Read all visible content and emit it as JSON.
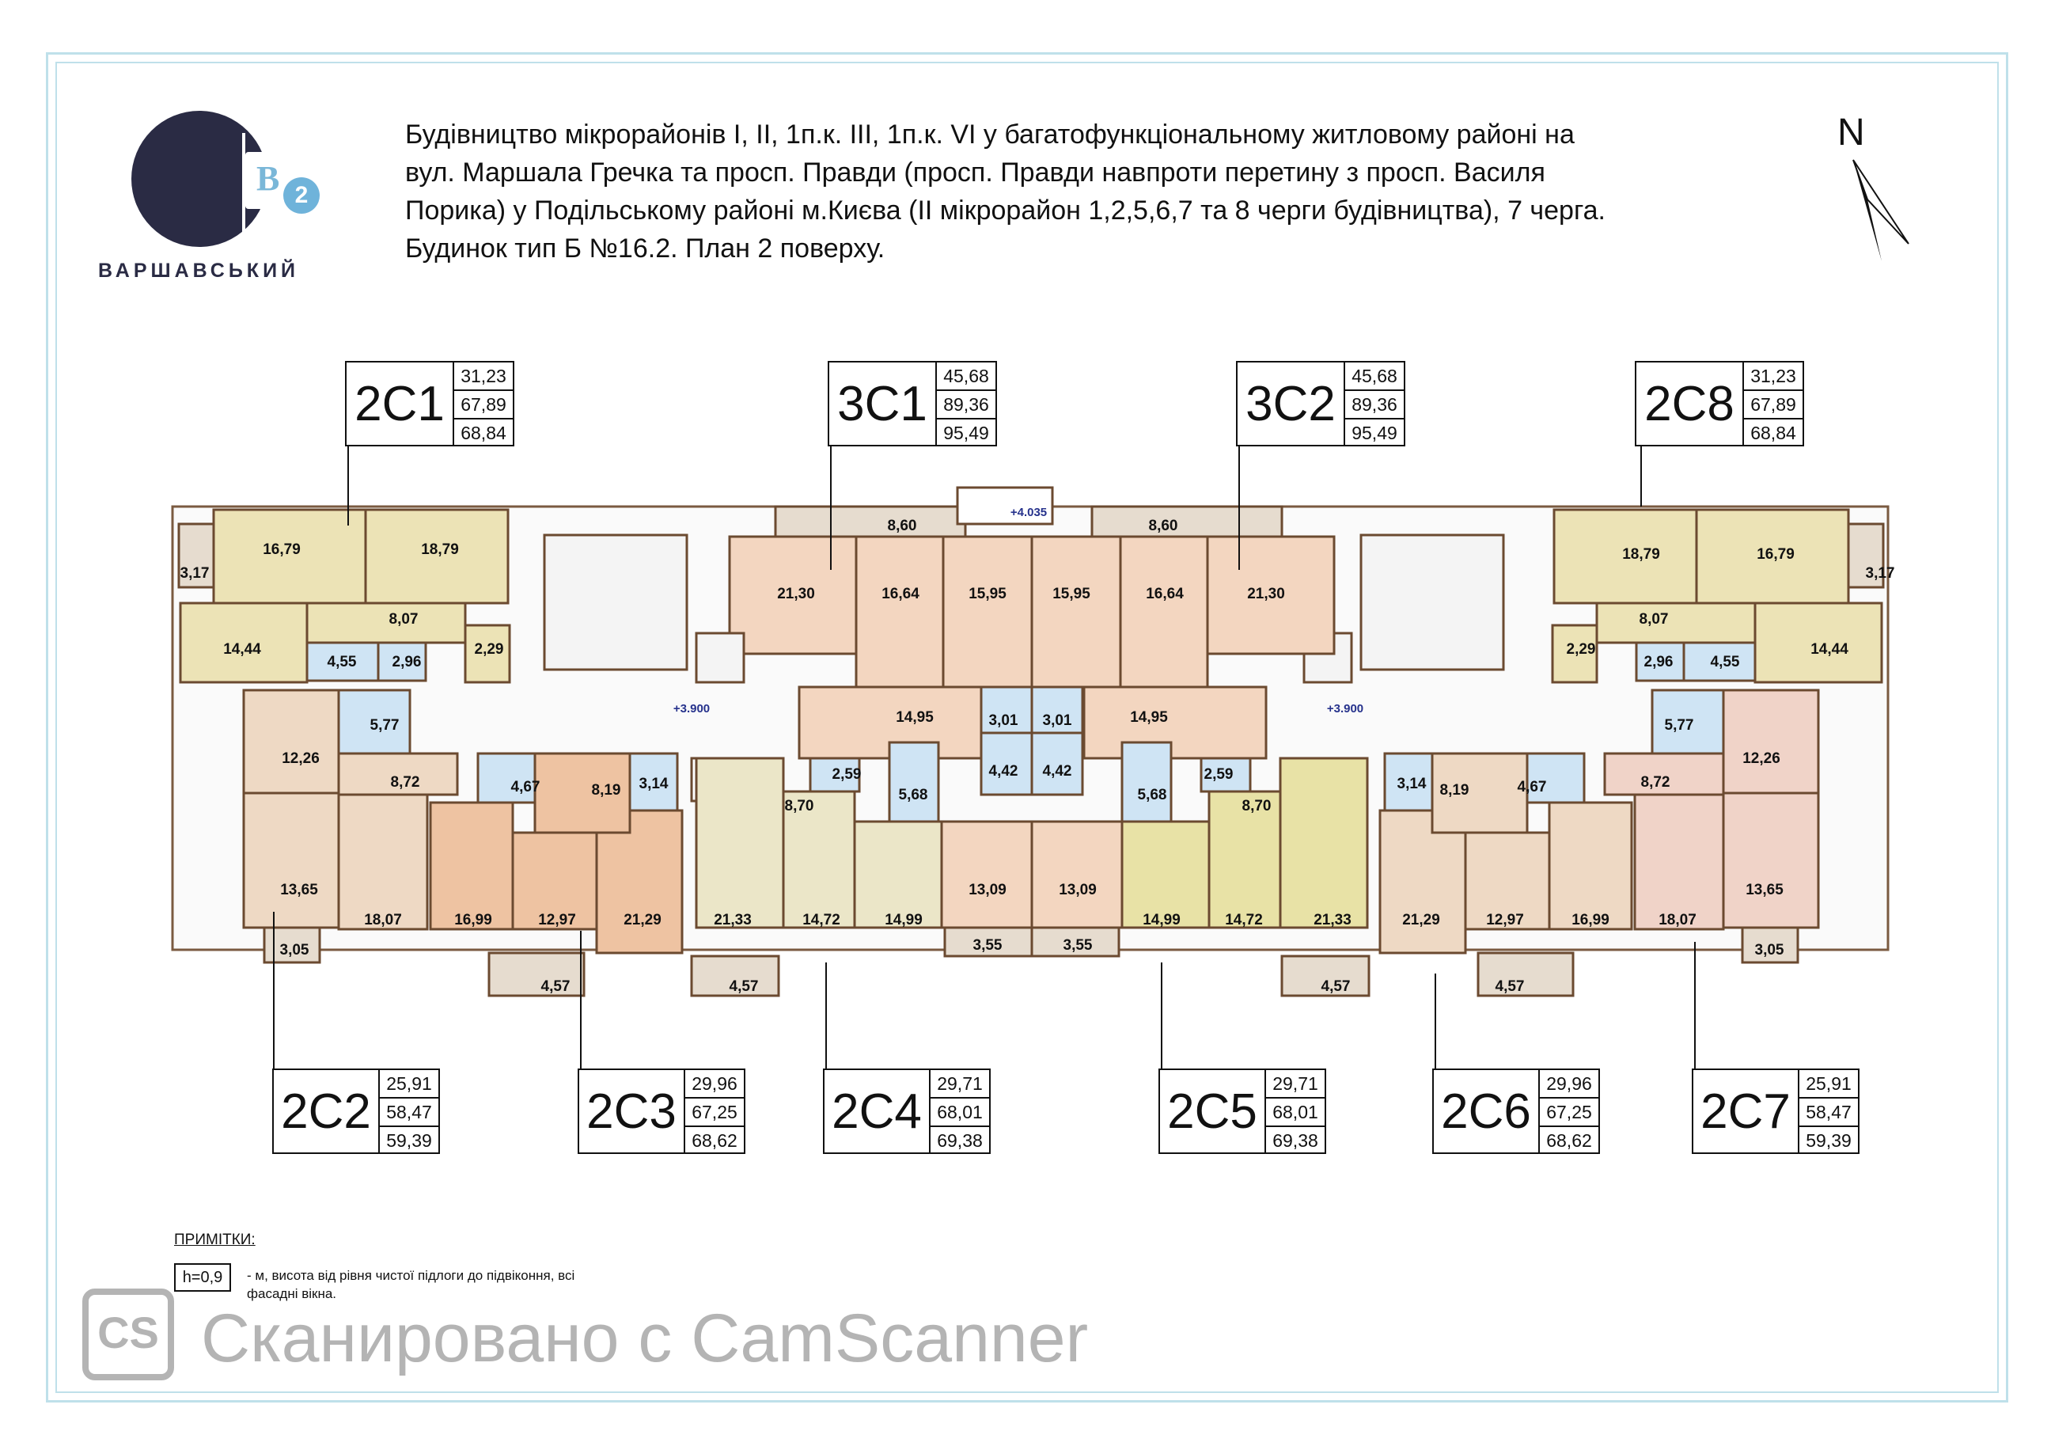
{
  "logo": {
    "text": "ВАРШАВСЬКИЙ",
    "letter": "B",
    "number": "2"
  },
  "title": "Будівництво мікрорайонів I, II, 1п.к. III, 1п.к. VI у багатофункціональному житловому районі на\nвул. Маршала Гречка та просп. Правди (просп. Правди навпроти перетину  з просп. Василя\nПорика) у Подільському районі м.Києва (II мікрорайон 1,2,5,6,7 та 8 черги будівництва), 7 черга.\nБудинок тип Б  №16.2.    План 2 поверху.",
  "north_label": "N",
  "units": [
    {
      "code": "2С1",
      "values": [
        "31,23",
        "67,89",
        "68,84"
      ]
    },
    {
      "code": "3С1",
      "values": [
        "45,68",
        "89,36",
        "95,49"
      ]
    },
    {
      "code": "3С2",
      "values": [
        "45,68",
        "89,36",
        "95,49"
      ]
    },
    {
      "code": "2С8",
      "values": [
        "31,23",
        "67,89",
        "68,84"
      ]
    },
    {
      "code": "2С2",
      "values": [
        "25,91",
        "58,47",
        "59,39"
      ]
    },
    {
      "code": "2С3",
      "values": [
        "29,96",
        "67,25",
        "68,62"
      ]
    },
    {
      "code": "2С4",
      "values": [
        "29,71",
        "68,01",
        "69,38"
      ]
    },
    {
      "code": "2С5",
      "values": [
        "29,71",
        "68,01",
        "69,38"
      ]
    },
    {
      "code": "2С6",
      "values": [
        "29,96",
        "67,25",
        "68,62"
      ]
    },
    {
      "code": "2С7",
      "values": [
        "25,91",
        "58,47",
        "59,39"
      ]
    }
  ],
  "elevations": [
    "+4.035",
    "+3.900",
    "+3.900"
  ],
  "room_areas": [
    "3,17",
    "16,79",
    "18,79",
    "14,44",
    "8,07",
    "4,55",
    "2,96",
    "2,29",
    "12,26",
    "5,77",
    "8,72",
    "4,67",
    "8,19",
    "3,14",
    "13,65",
    "18,07",
    "16,99",
    "12,97",
    "21,29",
    "3,05",
    "4,57",
    "8,60",
    "21,30",
    "16,64",
    "15,95",
    "14,95",
    "3,01",
    "2,59",
    "5,68",
    "4,42",
    "8,70",
    "21,33",
    "14,72",
    "14,99",
    "13,09",
    "3,55",
    "4,57",
    "8,60",
    "15,95",
    "16,64",
    "21,30",
    "14,95",
    "3,01",
    "2,59",
    "5,68",
    "4,42",
    "8,70",
    "14,99",
    "14,72",
    "21,33",
    "13,09",
    "3,55",
    "4,57",
    "18,79",
    "16,79",
    "3,17",
    "8,07",
    "14,44",
    "2,29",
    "2,96",
    "4,55",
    "5,77",
    "12,26",
    "8,72",
    "4,67",
    "3,14",
    "8,19",
    "21,29",
    "12,97",
    "16,99",
    "18,07",
    "13,65",
    "3,05",
    "4,57"
  ],
  "notes": {
    "title": "ПРИМІТКИ:",
    "symbol": "h=0,9",
    "text": "- м, висота від рівня чистої підлоги до підвіконня, всі фасадні вікна."
  },
  "watermark": {
    "icon_text": "CS",
    "text": "Сканировано с CamScanner"
  }
}
